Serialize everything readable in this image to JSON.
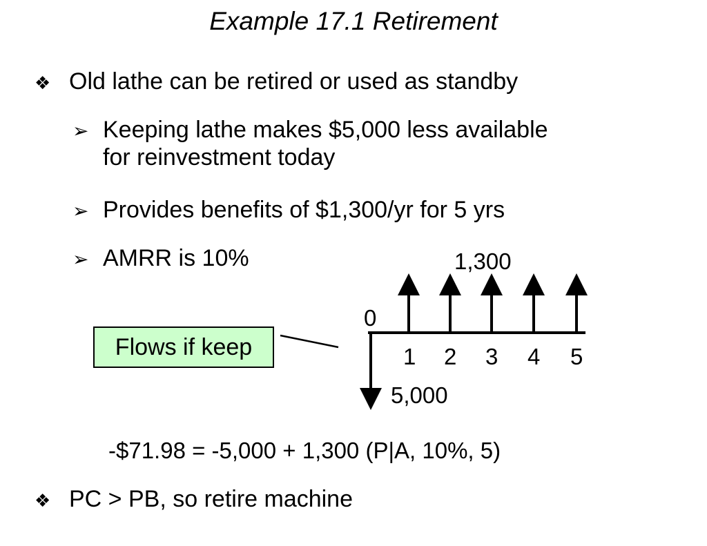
{
  "title": "Example 17.1  Retirement",
  "bullets": [
    {
      "text": "Old lathe can be retired or used as standby",
      "sub": [
        {
          "line1": "Keeping lathe makes $5,000 less available",
          "line2": "for reinvestment today"
        },
        {
          "line1": "Provides benefits of $1,300/yr for 5 yrs"
        },
        {
          "line1": "AMRR is 10%"
        }
      ]
    },
    {
      "text": "PC >  PB, so retire machine"
    }
  ],
  "diagram": {
    "callout_label": "Flows if keep",
    "callout_fill": "#ccffcc",
    "time_zero_label": "0",
    "periods": [
      "1",
      "2",
      "3",
      "4",
      "5"
    ],
    "inflow_amount_label": "1,300",
    "outflow_amount_label": "5,000",
    "inflow": 1300,
    "outflow": 5000
  },
  "formula": "-$71.98 = -5,000 + 1,300 (P|A, 10%, 5)"
}
